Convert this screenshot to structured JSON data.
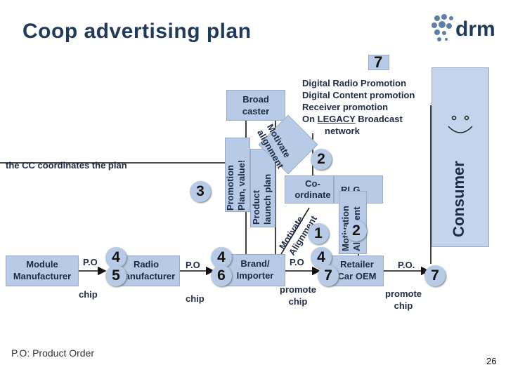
{
  "title": "Coop advertising plan",
  "logo_text": "drm",
  "promo_lines": [
    "Digital Radio Promotion",
    "Digital Content promotion",
    "Receiver promotion"
  ],
  "promo_line4_pre": "On ",
  "promo_line4_legacy": "LEGACY",
  "promo_line4_post": " Broadcast",
  "promo_line5": "network",
  "broadcaster": [
    "Broad",
    "caster"
  ],
  "cc_text": "the CC coordinates the plan",
  "promotion_rot": [
    "Promotion",
    "Plan, value!"
  ],
  "product_rot": [
    "Product",
    "launch plan"
  ],
  "motivate_top": [
    "Motivate",
    "alignment"
  ],
  "motivate_bottom": [
    "Motivate",
    "Alignment"
  ],
  "motivation_rot": [
    "Motivation",
    "Alignment"
  ],
  "coordinate": [
    "Co-",
    "ordinate"
  ],
  "rlg": "RLG",
  "consumer": "Consumer",
  "module_manufacturer": [
    "Module",
    "Manufacturer"
  ],
  "radio_manufacturer": [
    "Radio",
    "Manufacturer"
  ],
  "brand_importer": [
    "Brand/",
    "Importer"
  ],
  "retailer": [
    "Retailer",
    "Car OEM"
  ],
  "po": "P.O",
  "po_dot": "P.O.",
  "chip": "chip",
  "promote_chip": [
    "promote",
    "chip"
  ],
  "footnote": "P.O: Product Order",
  "page_number": "26",
  "numbers": {
    "n7_top": "7",
    "n2": "2",
    "n3": "3",
    "n1": "1",
    "n2b": "2",
    "n4a": "4",
    "n5": "5",
    "n4b": "4",
    "n6": "6",
    "n4c": "4",
    "n7a": "7",
    "n7b": "7"
  },
  "colors": {
    "box_fill": "#b7cbe6",
    "title": "#1f3a5a",
    "accent_dot": "#5b7fa6"
  }
}
